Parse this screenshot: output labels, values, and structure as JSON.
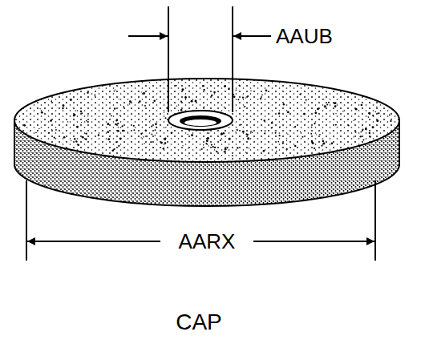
{
  "diagram": {
    "caption": "CAP",
    "labels": [
      "AAUB",
      "AARX"
    ]
  }
}
